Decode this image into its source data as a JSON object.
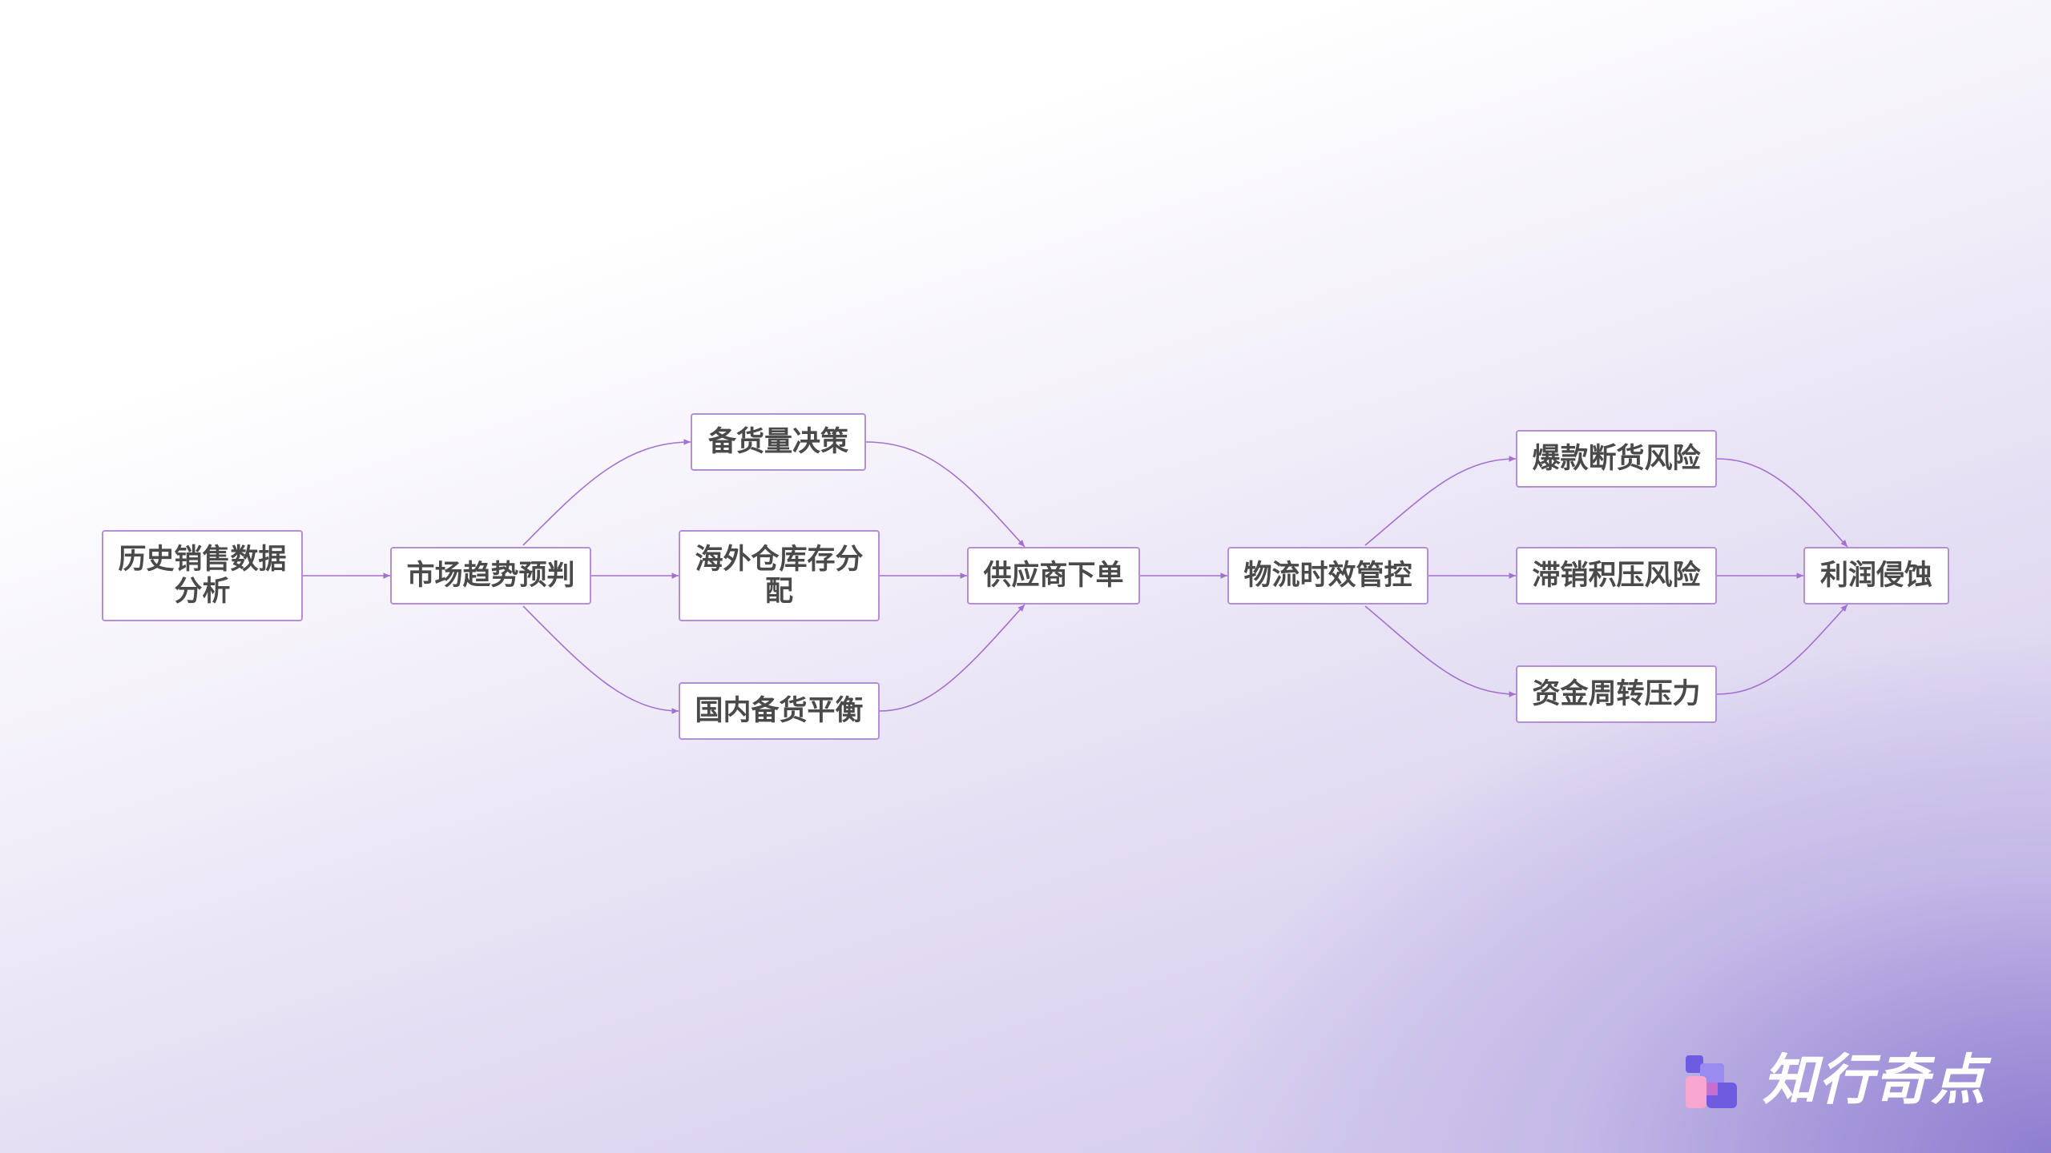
{
  "diagram": {
    "nodes": {
      "history": "历史销售数据分析",
      "trend": "市场趋势预判",
      "stock_decision": "备货量决策",
      "overseas_alloc": "海外仓库存分配",
      "domestic_balance": "国内备货平衡",
      "supplier_order": "供应商下单",
      "logistics": "物流时效管控",
      "stockout_risk": "爆款断货风险",
      "overstock_risk": "滞销积压风险",
      "cashflow_pressure": "资金周转压力",
      "profit_erosion": "利润侵蚀"
    },
    "edges": [
      [
        "history",
        "trend"
      ],
      [
        "trend",
        "stock_decision"
      ],
      [
        "trend",
        "overseas_alloc"
      ],
      [
        "trend",
        "domestic_balance"
      ],
      [
        "stock_decision",
        "supplier_order"
      ],
      [
        "overseas_alloc",
        "supplier_order"
      ],
      [
        "domestic_balance",
        "supplier_order"
      ],
      [
        "supplier_order",
        "logistics"
      ],
      [
        "logistics",
        "stockout_risk"
      ],
      [
        "logistics",
        "overstock_risk"
      ],
      [
        "logistics",
        "cashflow_pressure"
      ],
      [
        "stockout_risk",
        "profit_erosion"
      ],
      [
        "overstock_risk",
        "profit_erosion"
      ],
      [
        "cashflow_pressure",
        "profit_erosion"
      ]
    ],
    "colors": {
      "edge": "#a370cf",
      "node_border": "#b48fd6",
      "node_text": "#4a4a4a"
    }
  },
  "brand": {
    "name": "知行奇点"
  }
}
